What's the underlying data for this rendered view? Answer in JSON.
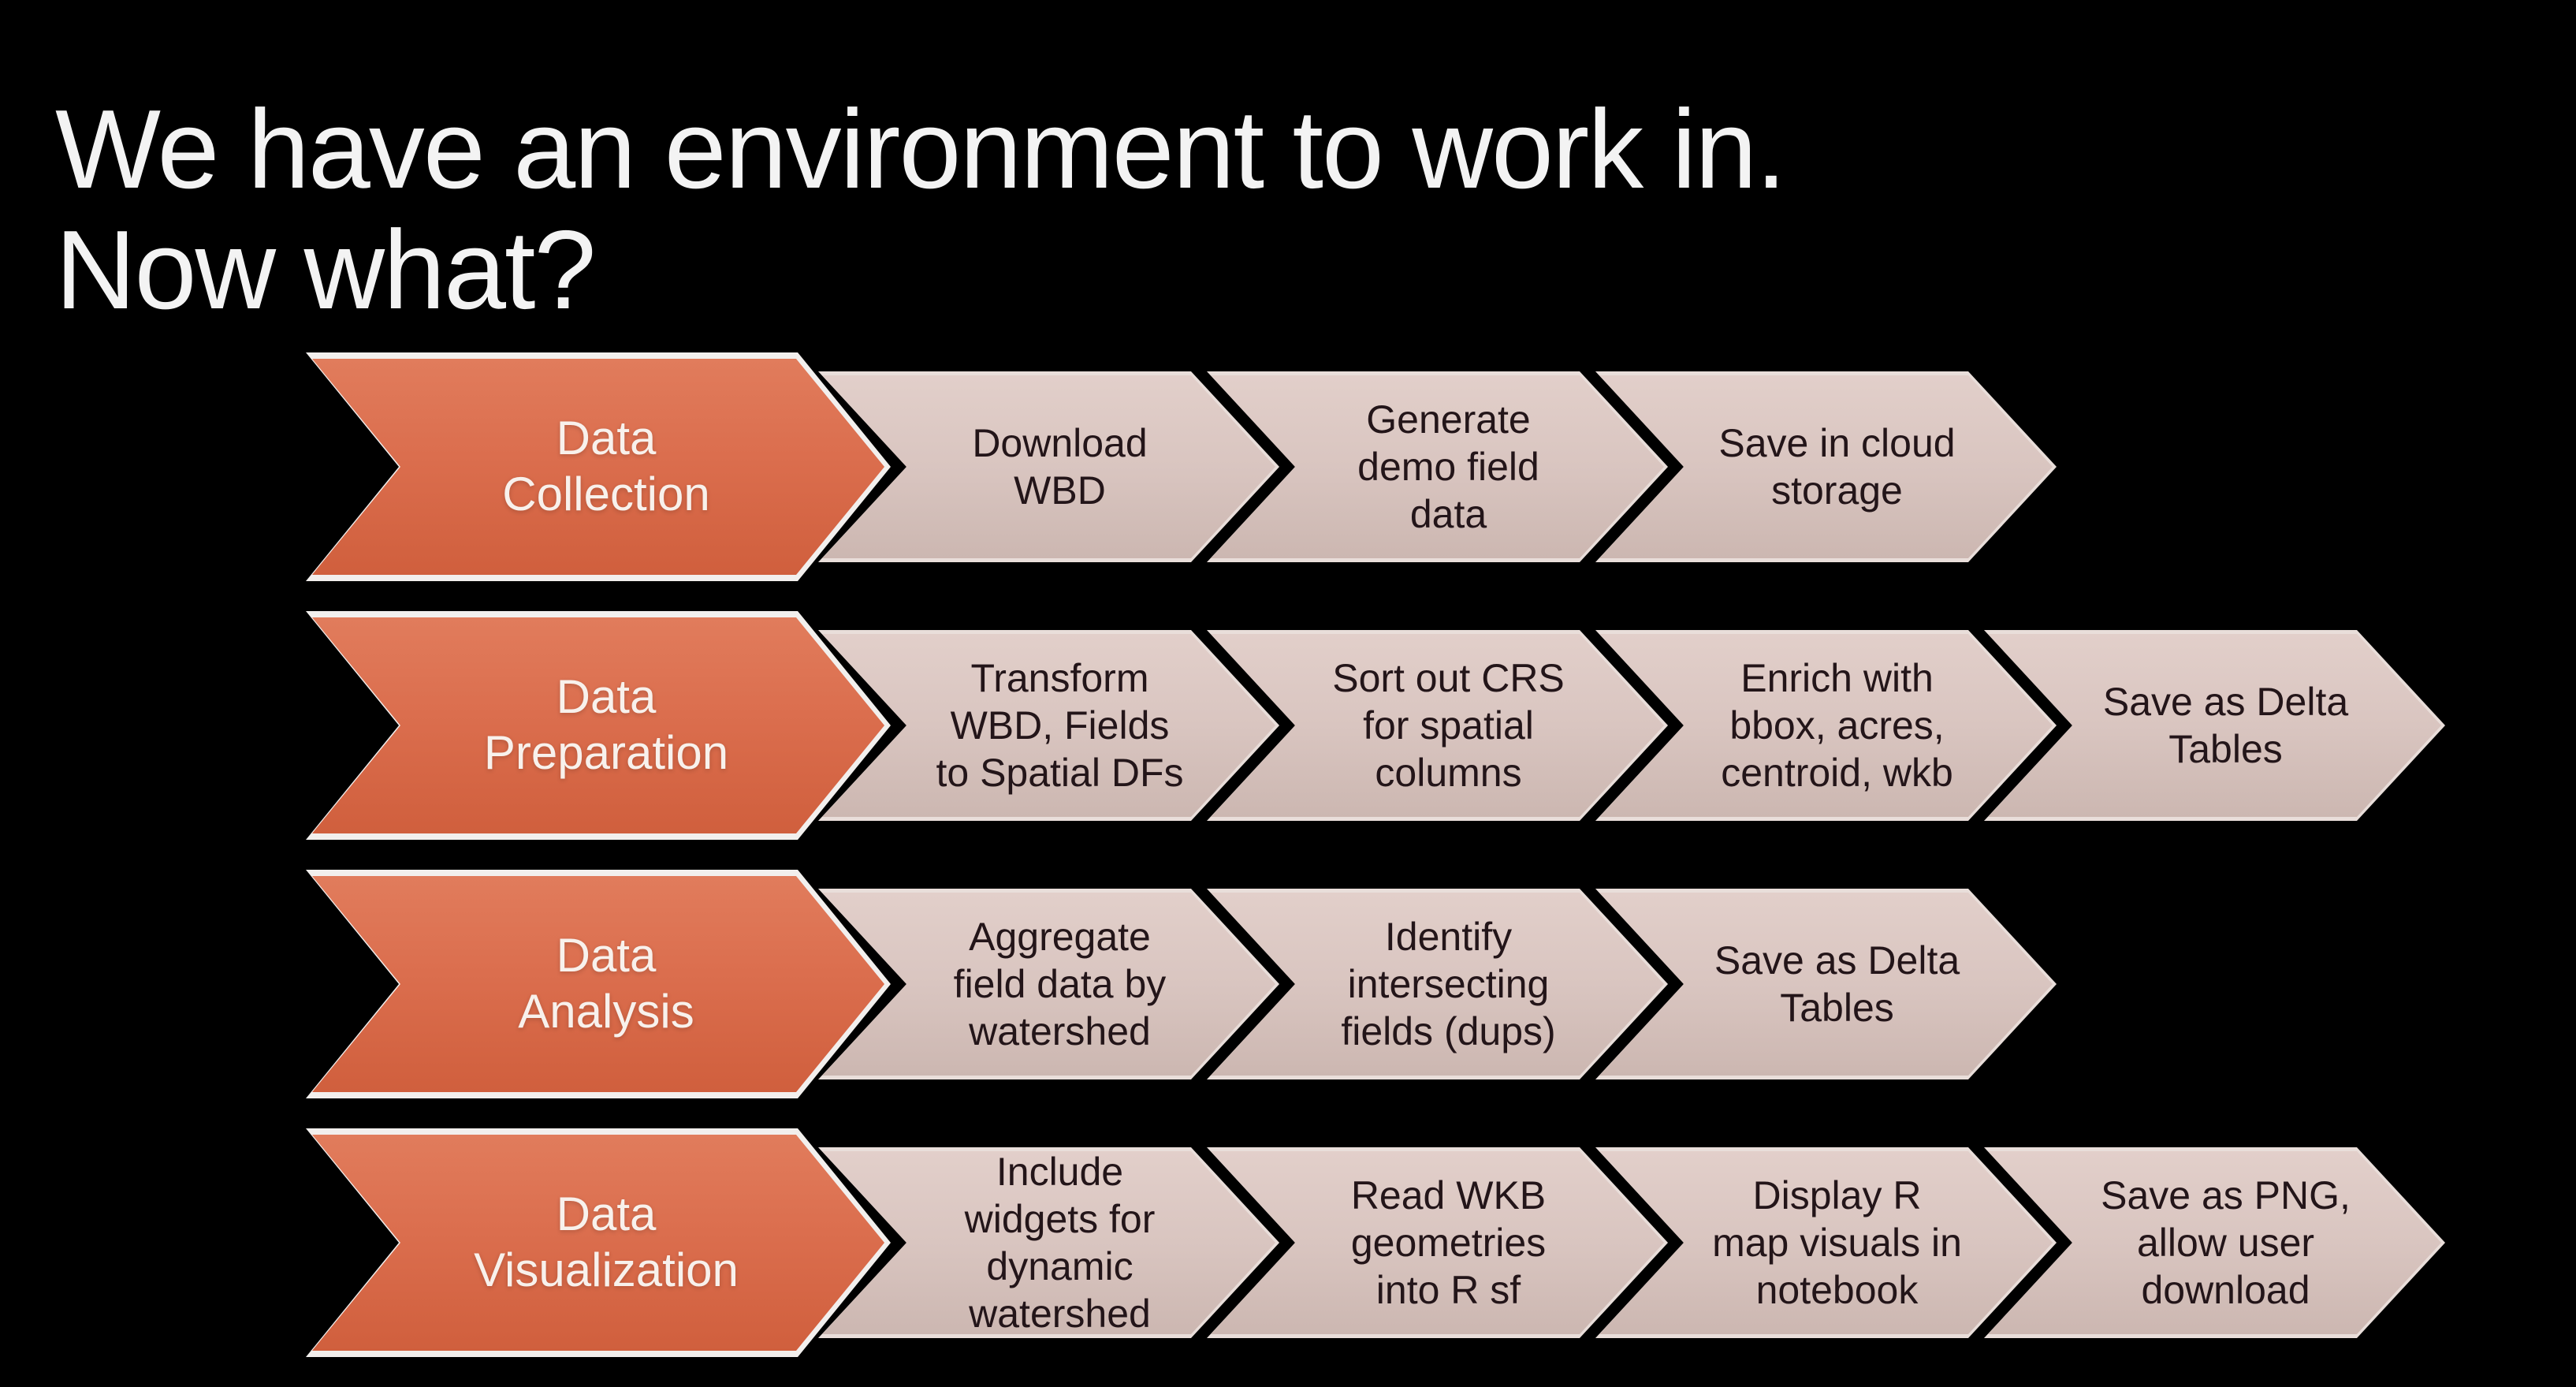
{
  "slide": {
    "title": "We have an environment to work in.\nNow what?",
    "colors": {
      "background": "#000000",
      "stage_fill": "#DB6E4E",
      "stage_border": "#F2EFED",
      "stage_text": "#F8F1EC",
      "step_fill": "#D9C5C0",
      "step_border": "#E9DEDA",
      "step_text": "#231519"
    },
    "rows": [
      {
        "stage": "Data\nCollection",
        "steps": [
          "Download\nWBD",
          "Generate\ndemo field\ndata",
          "Save in cloud\nstorage"
        ]
      },
      {
        "stage": "Data\nPreparation",
        "steps": [
          "Transform\nWBD, Fields\nto Spatial DFs",
          "Sort out CRS\nfor spatial\ncolumns",
          "Enrich with\nbbox, acres,\ncentroid, wkb",
          "Save as Delta\nTables"
        ]
      },
      {
        "stage": "Data\nAnalysis",
        "steps": [
          "Aggregate\nfield data by\nwatershed",
          "Identify\nintersecting\nfields (dups)",
          "Save as Delta\nTables"
        ]
      },
      {
        "stage": "Data\nVisualization",
        "steps": [
          "Include\nwidgets for\ndynamic\nwatershed",
          "Read WKB\ngeometries\ninto R sf",
          "Display R\nmap visuals in\nnotebook",
          "Save as PNG,\nallow user\ndownload"
        ]
      }
    ]
  }
}
